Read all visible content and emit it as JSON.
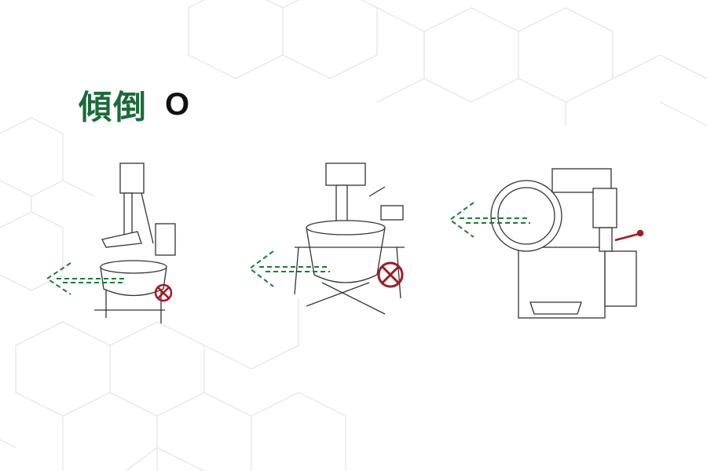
{
  "title": {
    "label": "傾倒",
    "mark": "O"
  },
  "colors": {
    "title_green": "#1a6b3a",
    "arrow_green": "#1a7a3c",
    "valve_red": "#a01b22",
    "pattern": "#e3e3e3"
  },
  "machines": [
    {
      "name": "tilting-mixer-small",
      "arrow": "tilt-left"
    },
    {
      "name": "tilting-mixer-planetary",
      "arrow": "tilt-left"
    },
    {
      "name": "tilting-mixer-large",
      "arrow": "tilt-left"
    }
  ]
}
